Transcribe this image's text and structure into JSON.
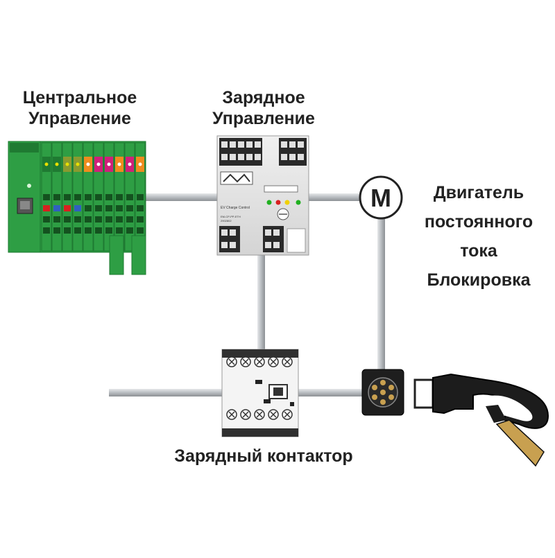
{
  "labels": {
    "central_control": [
      "Центральное",
      "Управление"
    ],
    "charge_control": [
      "Зарядное",
      "Управление"
    ],
    "dc_motor": [
      "Двигатель",
      "постоянного",
      "тока",
      "Блокировка"
    ],
    "contactor": "Зарядный контактор"
  },
  "motor_symbol": "M",
  "module_text": {
    "title": "EV Charge Control",
    "line1": "EM-CP-PP-ETH",
    "line2": "2902802"
  },
  "colors": {
    "plc_green": "#2e9e44",
    "plc_dark": "#1f7a32",
    "wire": "#b8bcc0",
    "module_grey": "#dcdcdc",
    "orange": "#f08c1e",
    "magenta": "#d0207a",
    "red": "#d82020",
    "yellow": "#f0d000",
    "led_green": "#20b020",
    "plug_gold": "#c8a050"
  }
}
